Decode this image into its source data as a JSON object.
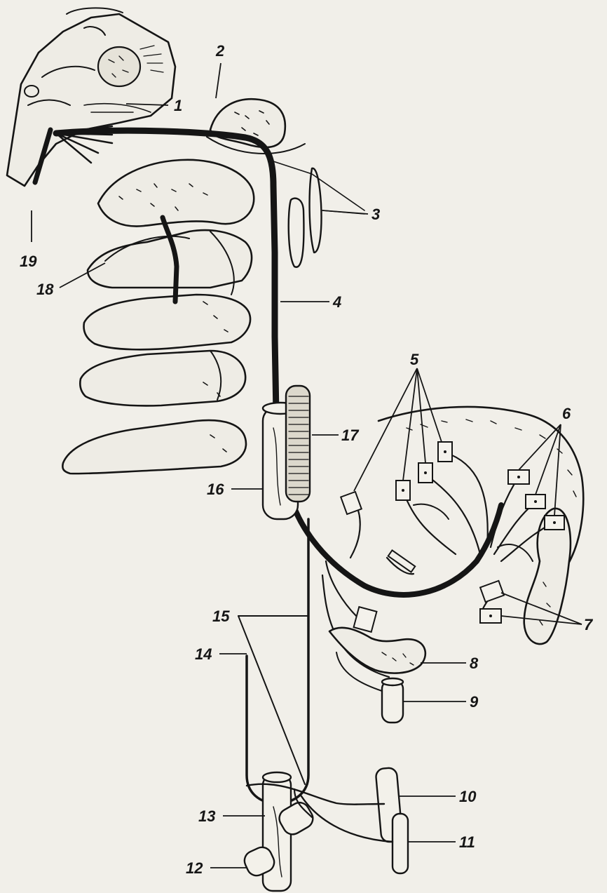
{
  "figure": {
    "labels": {
      "l1": "1",
      "l2": "2",
      "l3": "3",
      "l4": "4",
      "l5": "5",
      "l6": "6",
      "l7": "7",
      "l8": "8",
      "l9": "9",
      "l10": "10",
      "l11": "11",
      "l12": "12",
      "l13": "13",
      "l14": "14",
      "l15": "15",
      "l16": "16",
      "l17": "17",
      "l18": "18",
      "l19": "19"
    }
  }
}
